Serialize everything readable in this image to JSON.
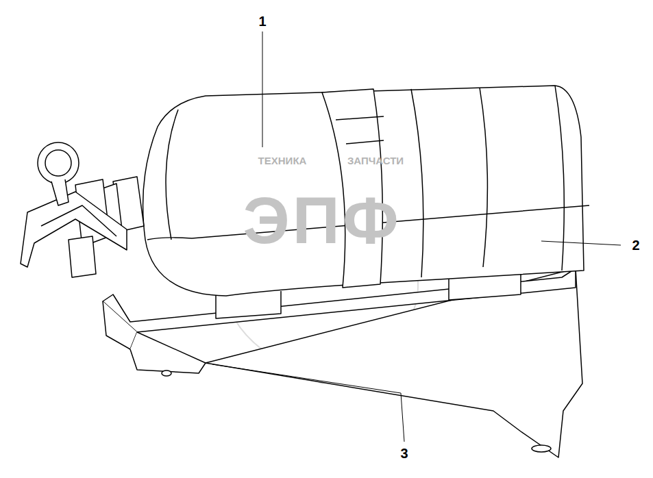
{
  "diagram": {
    "labels": [
      "1",
      "2",
      "3",
      "ТЕХНИКА",
      "ЗАПЧАСТИ",
      "ЭПФ"
    ]
  }
}
